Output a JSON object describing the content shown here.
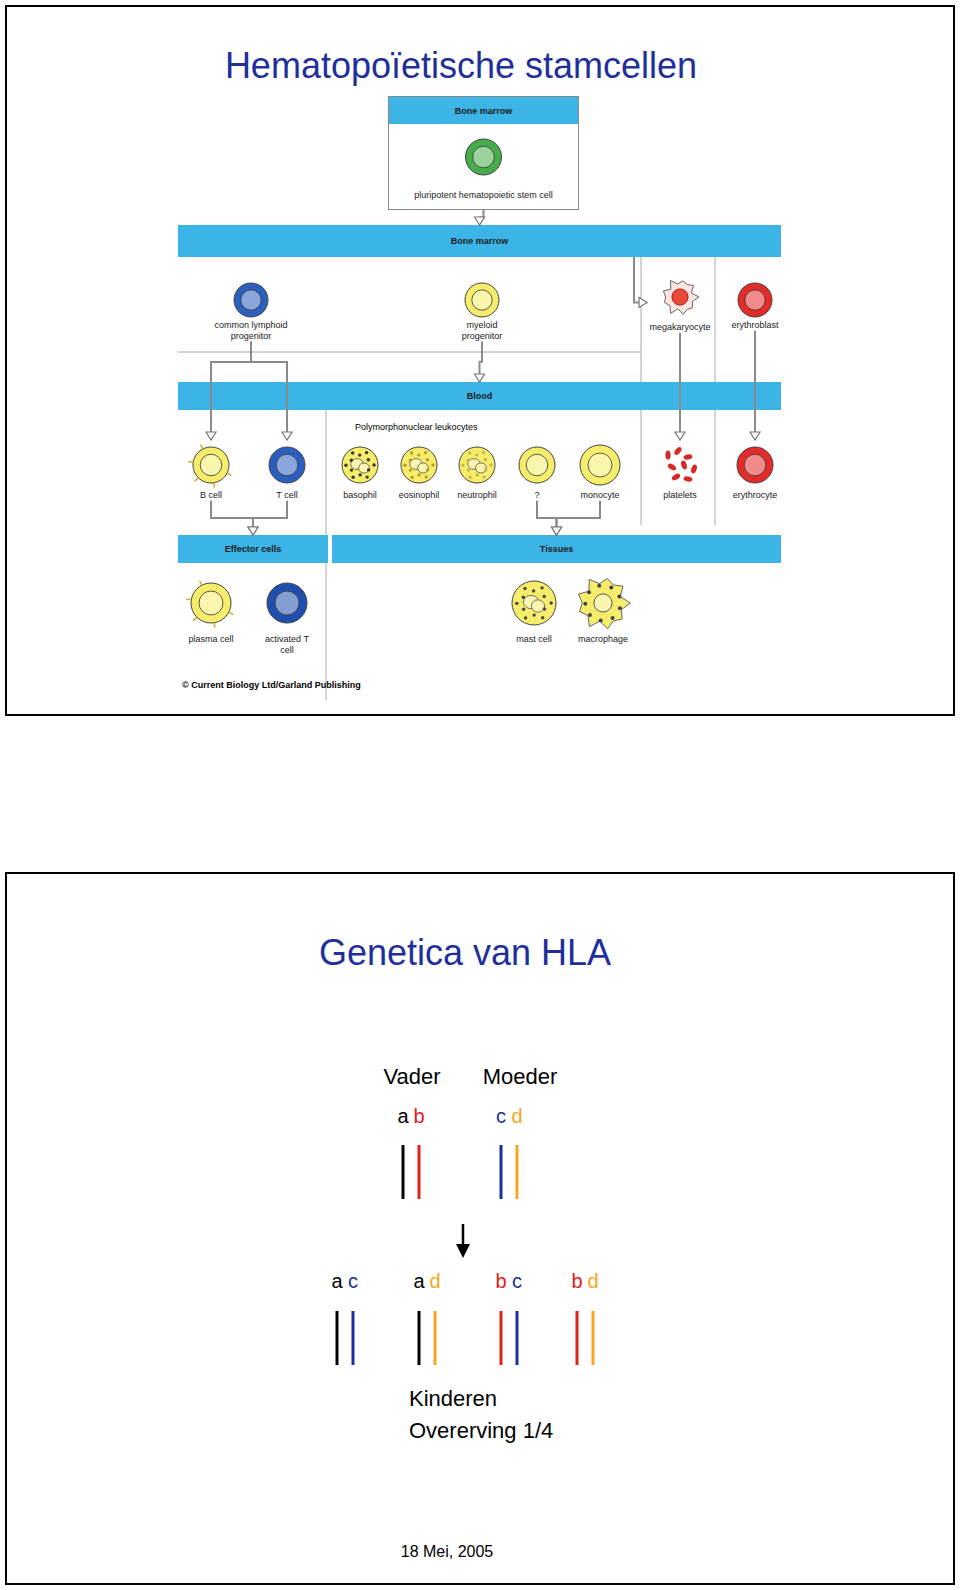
{
  "diagram": {
    "nodes": [
      {
        "text": [
          "Hematopoïetische stamcellen"
        ]
      },
      {
        "text": [
          "Bone marrow",
          "pluripotent hematopoietic stem cell"
        ],
        "in": 0
      },
      {
        "text": [
          "Bone marrow"
        ],
        "in": 0
      },
      {
        "text": [
          "common lymphoid progenitor"
        ],
        "in": 0
      },
      {
        "text": [
          "myeloid progenitor"
        ],
        "in": 0
      },
      {
        "text": [
          "megakaryocyte"
        ],
        "in": 0
      },
      {
        "text": [
          "erythroblast"
        ],
        "in": 0
      },
      {
        "text": [
          "Blood"
        ],
        "in": 0
      },
      {
        "text": [
          "B cell"
        ],
        "in": 0
      },
      {
        "text": [
          "T cell"
        ],
        "in": 0
      },
      {
        "text": [
          "basophil"
        ],
        "in": 0
      },
      {
        "text": [
          "eosinophil"
        ],
        "in": 0
      },
      {
        "text": [
          "neutrophil"
        ],
        "in": 0
      },
      {
        "text": [
          "?"
        ],
        "in": 0
      },
      {
        "text": [
          "monocyte"
        ],
        "in": 0
      },
      {
        "text": [
          "platelets"
        ],
        "in": 0
      },
      {
        "text": [
          "erythrocyte"
        ],
        "in": 0
      },
      {
        "text": [
          "Effector cells"
        ],
        "in": 0
      },
      {
        "text": [
          "Tissues"
        ],
        "in": 0
      },
      {
        "text": [
          "plasma cell"
        ],
        "in": 0
      },
      {
        "text": [
          "activated T cell"
        ],
        "in": 0
      },
      {
        "text": [
          "mast cell"
        ],
        "in": 0
      },
      {
        "text": [
          "macrophage"
        ],
        "in": 0
      },
      {
        "text": [
          "Genetica van HLA"
        ]
      }
    ],
    "edges": [
      {
        "from": 1,
        "to": 2,
        "arrow": "to"
      },
      {
        "from": 2,
        "to": 5,
        "arrow": "to"
      },
      {
        "from": 3,
        "to": 8,
        "arrow": "to"
      },
      {
        "from": 3,
        "to": 9,
        "arrow": "to"
      },
      {
        "from": 4,
        "to": 7,
        "arrow": "to"
      },
      {
        "from": 5,
        "to": 15,
        "arrow": "to"
      },
      {
        "from": 6,
        "to": 16,
        "arrow": "to"
      },
      {
        "from": 8,
        "to": 17,
        "arrow": "to"
      },
      {
        "from": 9,
        "to": 17,
        "arrow": "to"
      },
      {
        "from": 13,
        "to": 18,
        "arrow": "to"
      },
      {
        "from": 14,
        "to": 18,
        "arrow": "to"
      }
    ],
    "labels": [
      "Polymorphonuclear leukocytes",
      "© Current Biology Ltd/Garland Publishing",
      "Vader",
      "Moeder",
      "a",
      "b",
      "c",
      "d",
      "a",
      "c",
      "a",
      "d",
      "b",
      "c",
      "b",
      "d",
      "Kinderen",
      "Overerving 1/4",
      "18 Mei, 2005"
    ]
  }
}
